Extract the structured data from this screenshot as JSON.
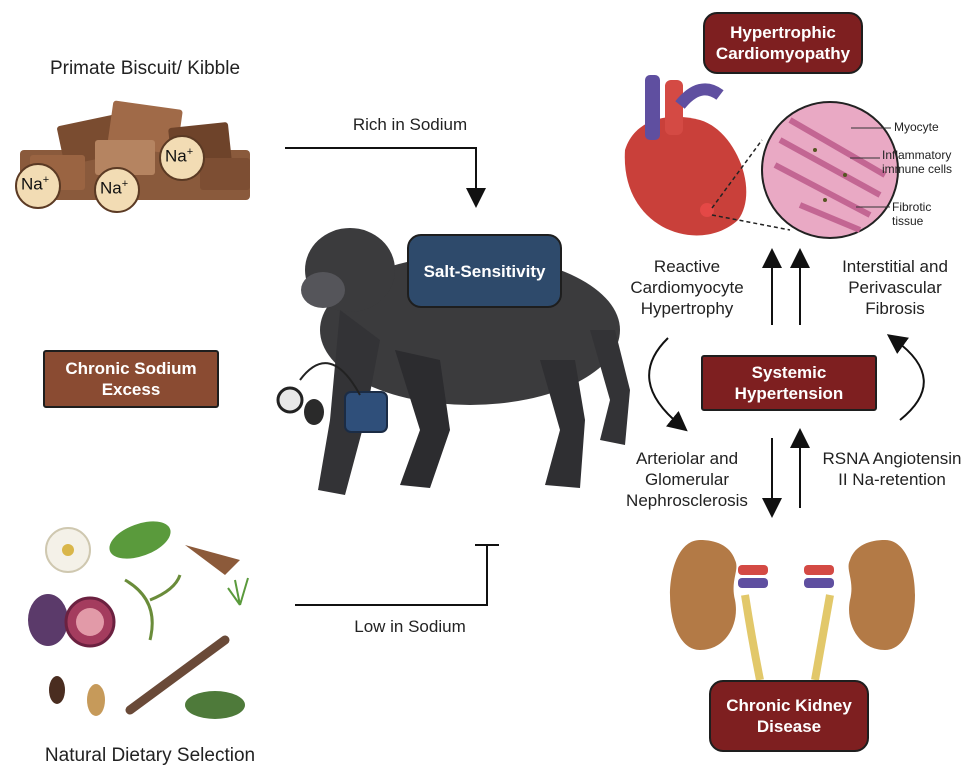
{
  "food": {
    "title": "Primate Biscuit/ Kibble",
    "ion_labels": [
      "Na",
      "Na",
      "Na"
    ],
    "ion_superscript": "+"
  },
  "natural_diet": {
    "title": "Natural Dietary Selection"
  },
  "arrows": {
    "rich": "Rich in Sodium",
    "low": "Low in Sodium"
  },
  "boxes": {
    "chronic_sodium": "Chronic Sodium Excess",
    "salt_sensitivity": "Salt-Sensitivity",
    "hypertrophic": "Hypertrophic Cardiomyopathy",
    "systemic": "Systemic Hypertension",
    "ckd": "Chronic Kidney Disease"
  },
  "histology": {
    "myocyte": "Myocyte",
    "inflammatory": "Inflammatory immune cells",
    "fibrotic": "Fibrotic tissue"
  },
  "labels": {
    "reactive": "Reactive Cardiomyocyte Hypertrophy",
    "interstitial": "Interstitial and Perivascular Fibrosis",
    "arteriolar": "Arteriolar and Glomerular Nephrosclerosis",
    "rsna": "RSNA Angiotensin II Na-retention"
  },
  "colors": {
    "brown_box": "#8a4b32",
    "red_box": "#7e1f20",
    "blue_box": "#2e4a6b"
  }
}
